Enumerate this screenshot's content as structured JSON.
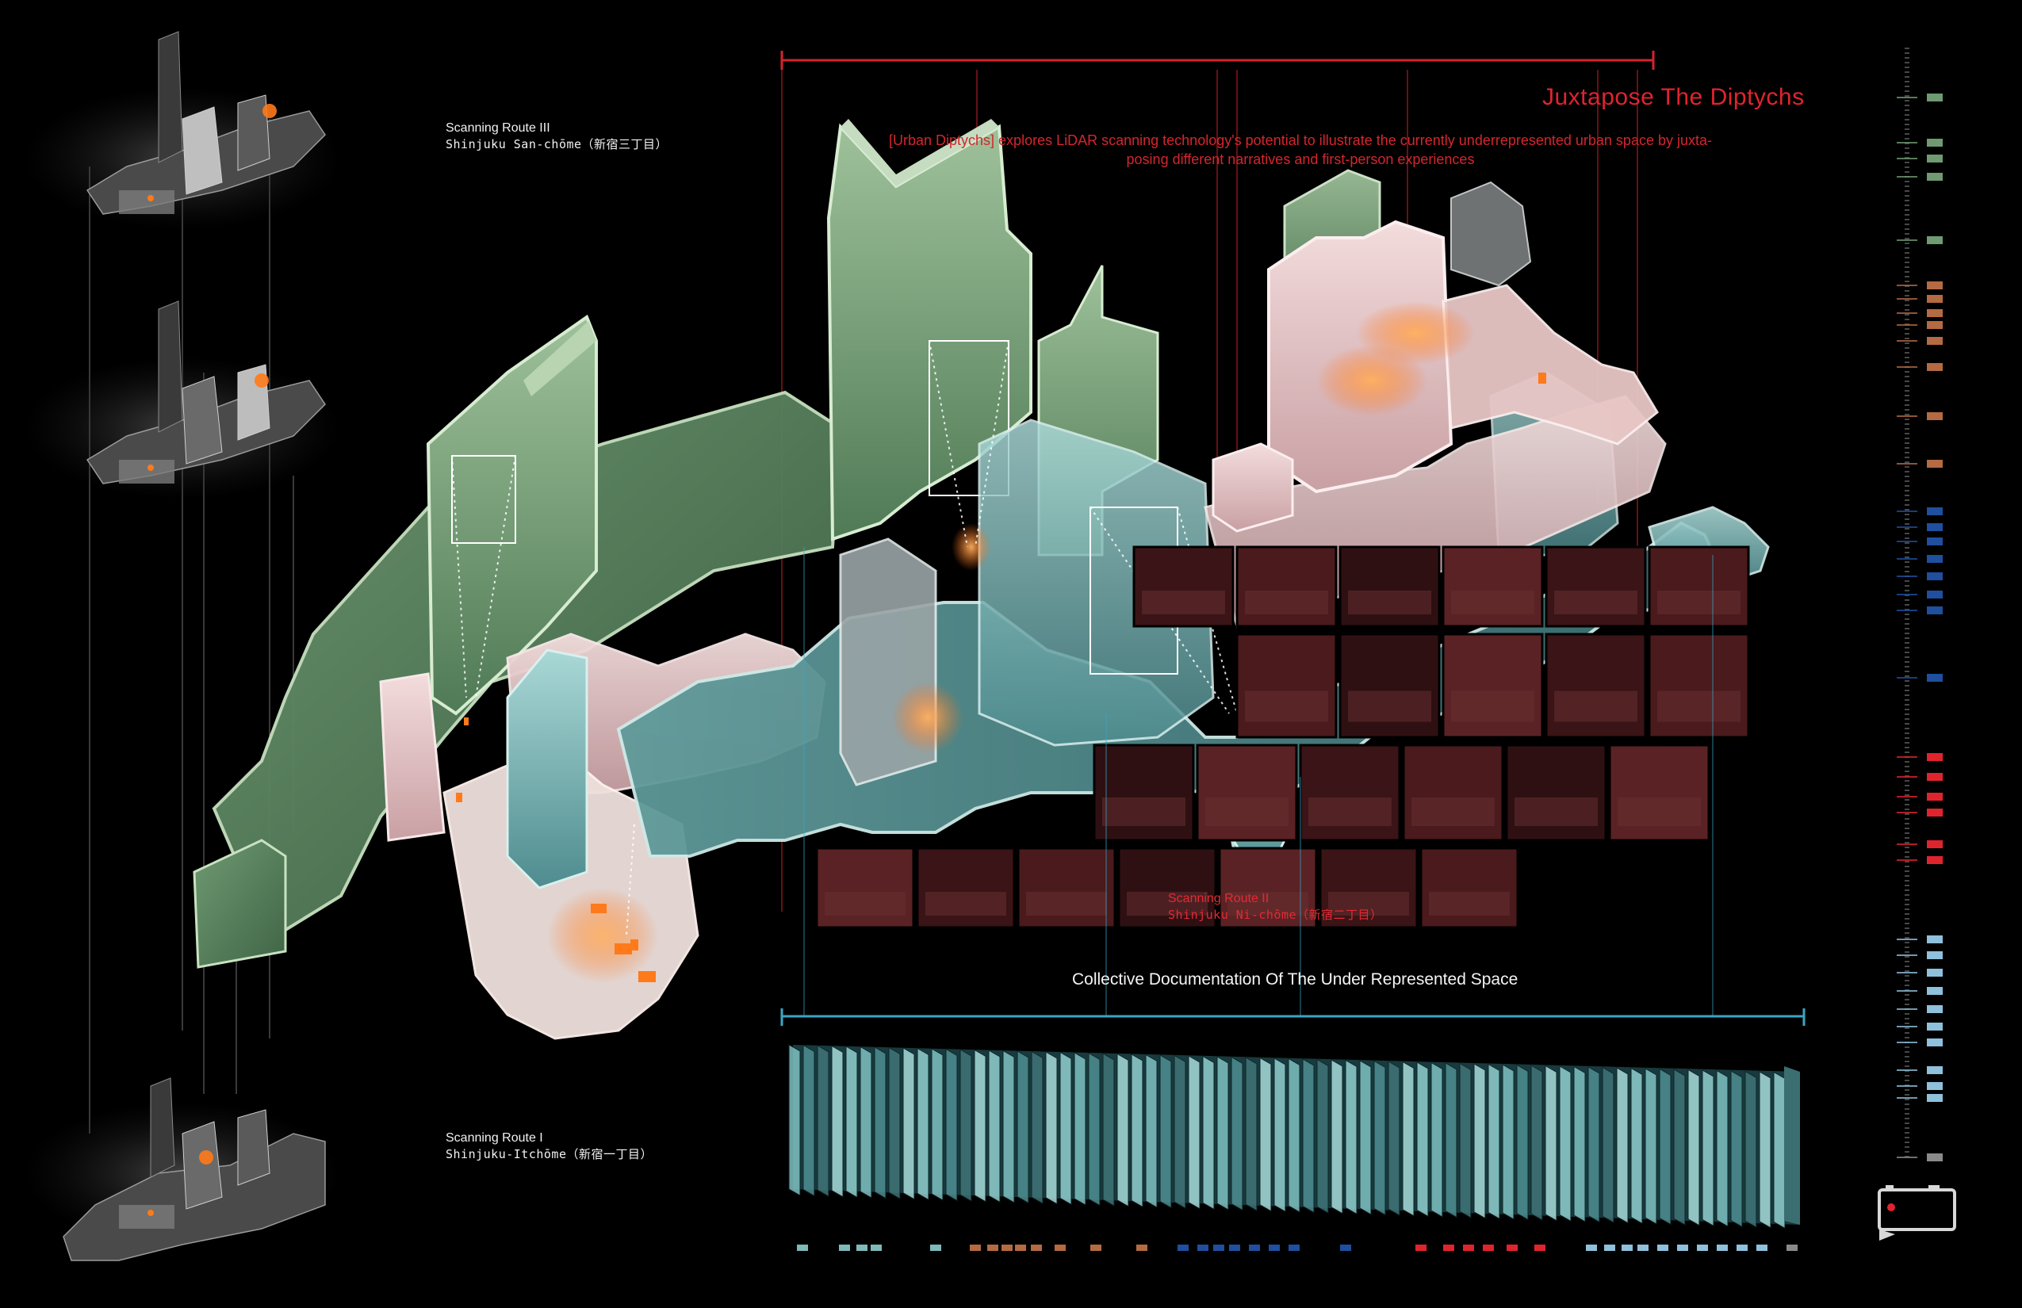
{
  "header": {
    "title": "Juxtapose The Diptychs",
    "description_line1": "[Urban Diptychs] explores LiDAR scanning technology's potential to illustrate the currently underrepresented urban space by juxta-",
    "description_line2": "posing different narratives and first-person experiences"
  },
  "routes": [
    {
      "title": "Scanning Route III",
      "subtitle": "Shinjuku San-chōme（新宿三丁目）"
    },
    {
      "title": "Scanning Route II",
      "subtitle": "Shinjuku Ni-chōme（新宿二丁目）"
    },
    {
      "title": "Scanning Route I",
      "subtitle": "Shinjuku-Itchōme（新宿一丁目）"
    }
  ],
  "footer": {
    "collective_label": "Collective Documentation Of The Under Represented Space"
  },
  "colors": {
    "accent_red": "#e0242e",
    "route_green": "#6f9a72",
    "route_pink": "#e8c3c3",
    "route_teal": "#7fb9b9",
    "highlight_orange": "#ff7a1a",
    "timeline_cyan": "#3aa6c4",
    "band_blue": "#1f4f9e",
    "band_brown": "#b46a42",
    "band_light_blue": "#8fc0dc",
    "band_grey": "#8a8a8a"
  },
  "icons": {
    "camera": "camera-icon"
  }
}
